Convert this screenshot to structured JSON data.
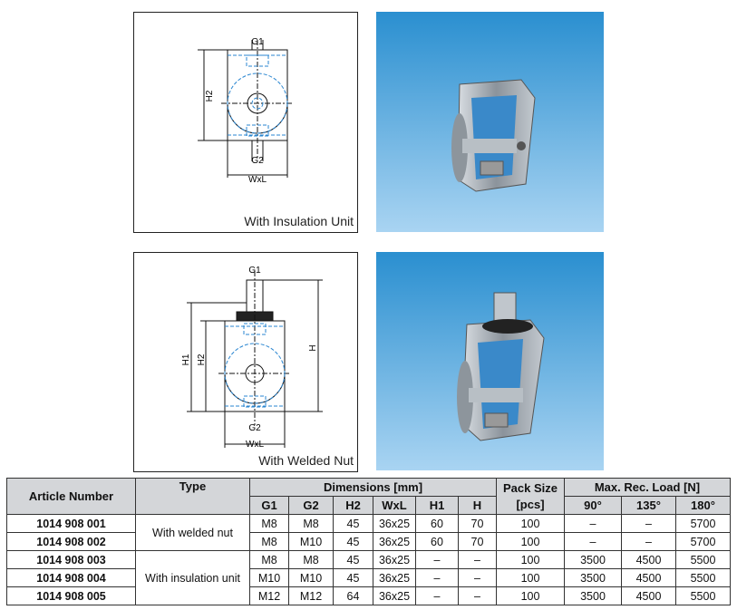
{
  "figures": [
    {
      "caption": "With Insulation Unit",
      "labels": {
        "g1": "G1",
        "g2": "G2",
        "h2": "H2",
        "wxl": "WxL"
      }
    },
    {
      "caption": "With Welded Nut",
      "labels": {
        "g1": "G1",
        "g2": "G2",
        "h1": "H1",
        "h2": "H2",
        "h": "H",
        "wxl": "WxL"
      }
    }
  ],
  "table": {
    "headers": {
      "article": "Article Number",
      "type": "Type",
      "dimensions": "Dimensions [mm]",
      "pack": "Pack Size [pcs]",
      "load": "Max. Rec. Load [N]",
      "sub": [
        "G1",
        "G2",
        "H2",
        "WxL",
        "H1",
        "H",
        "90°",
        "135°",
        "180°"
      ]
    },
    "type_groups": [
      "With welded nut",
      "With insulation unit"
    ],
    "rows": [
      {
        "article": "1014 908 001",
        "g1": "M8",
        "g2": "M8",
        "h2": "45",
        "wxl": "36x25",
        "h1": "60",
        "h": "70",
        "pack": "100",
        "l90": "–",
        "l135": "–",
        "l180": "5700"
      },
      {
        "article": "1014 908 002",
        "g1": "M8",
        "g2": "M10",
        "h2": "45",
        "wxl": "36x25",
        "h1": "60",
        "h": "70",
        "pack": "100",
        "l90": "–",
        "l135": "–",
        "l180": "5700"
      },
      {
        "article": "1014 908 003",
        "g1": "M8",
        "g2": "M8",
        "h2": "45",
        "wxl": "36x25",
        "h1": "–",
        "h": "–",
        "pack": "100",
        "l90": "3500",
        "l135": "4500",
        "l180": "5500"
      },
      {
        "article": "1014 908 004",
        "g1": "M10",
        "g2": "M10",
        "h2": "45",
        "wxl": "36x25",
        "h1": "–",
        "h": "–",
        "pack": "100",
        "l90": "3500",
        "l135": "4500",
        "l180": "5500"
      },
      {
        "article": "1014 908 005",
        "g1": "M12",
        "g2": "M12",
        "h2": "64",
        "wxl": "36x25",
        "h1": "–",
        "h": "–",
        "pack": "100",
        "l90": "3500",
        "l135": "4500",
        "l180": "5500"
      }
    ]
  }
}
